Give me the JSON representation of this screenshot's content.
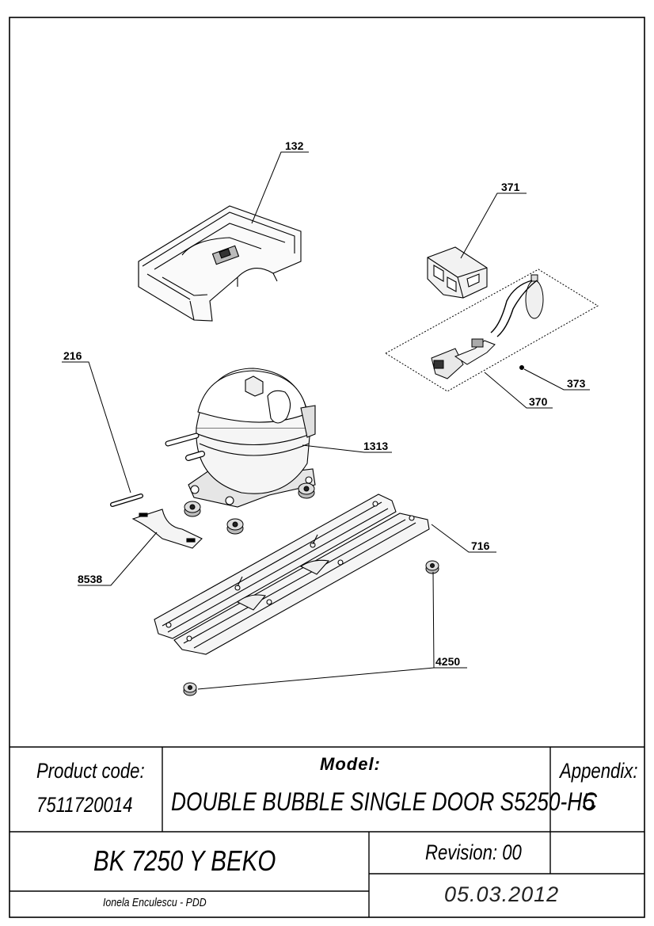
{
  "callouts": {
    "p132": "132",
    "p371": "371",
    "p216": "216",
    "p373": "373",
    "p370": "370",
    "p1313": "1313",
    "p716": "716",
    "p8538": "8538",
    "p4250": "4250"
  },
  "title_block": {
    "product_code_label": "Product code:",
    "product_code_value": "7511720014",
    "model_label": "Model:",
    "model_value": "DOUBLE BUBBLE SINGLE DOOR S5250-HC",
    "appendix_label": "Appendix:",
    "appendix_value": "5",
    "product_name": "BK 7250 Y BEKO",
    "revision": "Revision: 00",
    "author": "Ionela Enculescu - PDD",
    "date": "05.03.2012"
  }
}
